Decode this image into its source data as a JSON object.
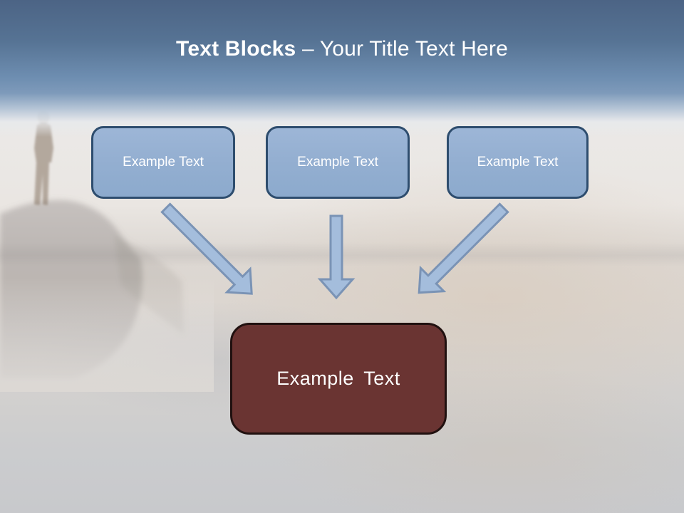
{
  "title": {
    "bold_part": "Text Blocks",
    "separator": "–",
    "regular_part": "Your Title Text Here"
  },
  "blocks": [
    {
      "label": "Example Text"
    },
    {
      "label": "Example Text"
    },
    {
      "label": "Example Text"
    }
  ],
  "result_block": {
    "label": "Example Text"
  },
  "arrows": [
    {
      "icon": "down-right-arrow-icon"
    },
    {
      "icon": "down-arrow-icon"
    },
    {
      "icon": "down-left-arrow-icon"
    }
  ],
  "background": {
    "description": "hazy mountain-top photo, person standing on rocky outcrop at left"
  },
  "colors": {
    "header_top": "#4c6485",
    "header_mid": "#6e8eb1",
    "title_text": "#ffffff",
    "block_fill": "#94afd1",
    "block_border": "#2e4d6e",
    "block_text": "#ffffff",
    "arrow_fill": "#a4bddc",
    "arrow_stroke": "#7a93b5",
    "result_fill": "#6a3432",
    "result_border": "#211110",
    "result_text": "#ffffff"
  }
}
